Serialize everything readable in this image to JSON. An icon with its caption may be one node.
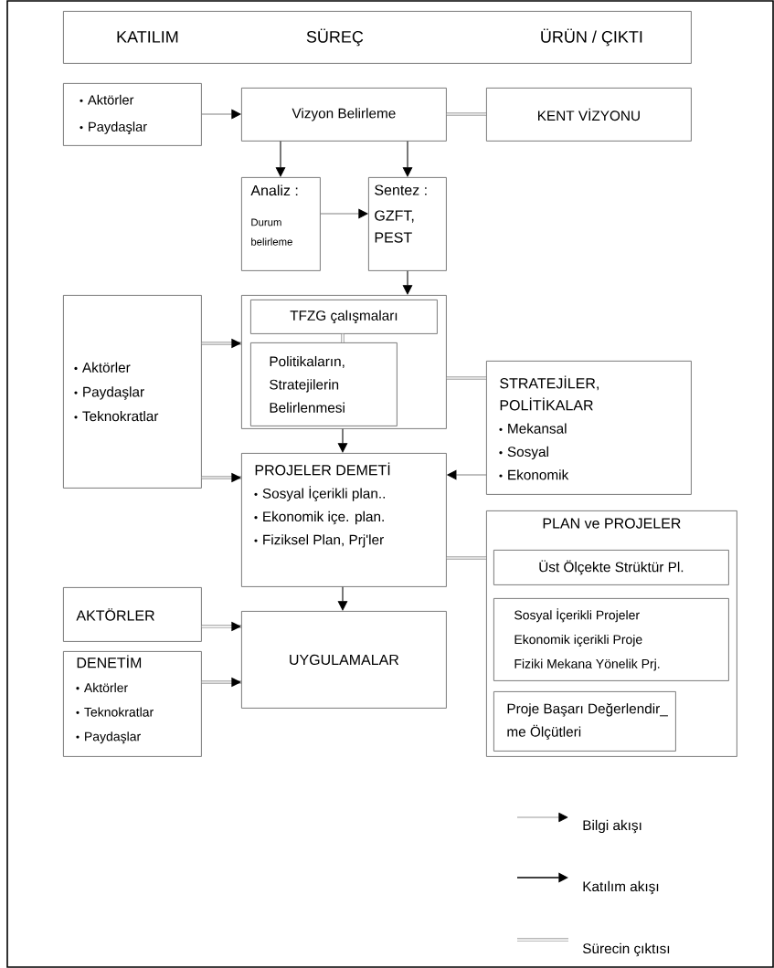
{
  "diagram": {
    "nodes": [
      {
        "text": [
          "KATILIM",
          "SÜREÇ",
          "ÜRÜN / ÇIKTI"
        ]
      },
      {
        "text": [
          "Aktörler",
          "Paydaşlar"
        ]
      },
      {
        "text": [
          "Vizyon Belirleme"
        ]
      },
      {
        "text": [
          "KENT VİZYONU"
        ]
      },
      {
        "text": [
          "Analiz :",
          "Durum belirleme"
        ]
      },
      {
        "text": [
          "Sentez :",
          "GZFT, PEST"
        ]
      },
      {
        "text": [
          "Aktörler",
          "Paydaşlar",
          "Teknokratlar"
        ]
      },
      {
        "text": [],
        "shape": "box"
      },
      {
        "text": [
          "TFZG çalışmaları"
        ],
        "in": 7
      },
      {
        "text": [
          "Politikaların, Stratejilerin Belirlenmesi"
        ],
        "in": 7
      },
      {
        "text": [
          "STRATEJİLER, POLİTİKALAR",
          "Mekansal",
          "Sosyal",
          "Ekonomik"
        ]
      },
      {
        "text": [
          "PROJELER DEMETİ",
          "Sosyal İçerikli plan..",
          "Ekonomik içe. plan.",
          "Fiziksel Plan, Prj'ler"
        ]
      },
      {
        "text": [
          "PLAN ve PROJELER"
        ]
      },
      {
        "text": [
          "Üst Ölçekte Strüktür Pl."
        ],
        "in": 12
      },
      {
        "text": [
          "Sosyal İçerikli Projeler",
          "Ekonomik içerikli Proje",
          "Fiziki Mekana Yönelik Prj."
        ],
        "in": 12
      },
      {
        "text": [
          "Proje Başarı Değerlendir_ me Ölçütleri"
        ],
        "in": 12
      },
      {
        "text": [
          "AKTÖRLER"
        ]
      },
      {
        "text": [
          "DENETİM",
          "Aktörler",
          "Teknokratlar",
          "Paydaşlar"
        ]
      },
      {
        "text": [
          "UYGULAMALAR"
        ]
      }
    ],
    "edges": [
      {
        "from": 1,
        "to": 2,
        "arrow": "to"
      },
      {
        "from": 2,
        "to": 3,
        "arrow": "none",
        "style": "thick"
      },
      {
        "from": 2,
        "to": 4,
        "arrow": "to",
        "color": "#000000"
      },
      {
        "from": 2,
        "to": 5,
        "arrow": "to",
        "color": "#000000"
      },
      {
        "from": 4,
        "to": 5,
        "arrow": "to"
      },
      {
        "from": 5,
        "to": 7,
        "arrow": "to",
        "color": "#000000"
      },
      {
        "from": 6,
        "to": 7,
        "arrow": "to",
        "style": "thick"
      },
      {
        "from": 6,
        "to": 11,
        "arrow": "to",
        "style": "thick"
      },
      {
        "from": 8,
        "to": 9,
        "arrow": "none",
        "style": "thick"
      },
      {
        "from": 7,
        "to": 10,
        "arrow": "none",
        "style": "thick"
      },
      {
        "from": 7,
        "to": 11,
        "arrow": "to",
        "color": "#000000"
      },
      {
        "from": 10,
        "to": 11,
        "arrow": "to"
      },
      {
        "from": 11,
        "to": 12,
        "arrow": "none",
        "style": "thick"
      },
      {
        "from": 11,
        "to": 18,
        "arrow": "to",
        "color": "#000000"
      },
      {
        "from": 16,
        "to": 18,
        "arrow": "to",
        "style": "thick"
      },
      {
        "from": 17,
        "to": 18,
        "arrow": "to",
        "style": "thick"
      }
    ],
    "legend": [
      {
        "text": "Bilgi akışı"
      },
      {
        "text": "Katılım akışı"
      },
      {
        "text": "Sürecin çıktısı"
      }
    ]
  }
}
